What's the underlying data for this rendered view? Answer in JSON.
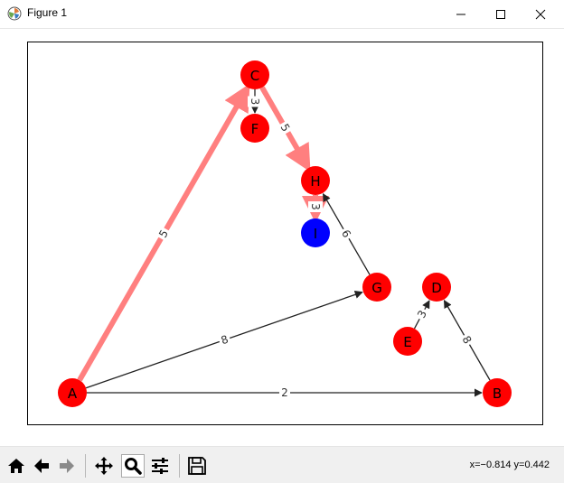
{
  "window": {
    "title": "Figure 1",
    "minimize_icon": "minimize-icon",
    "maximize_icon": "maximize-icon",
    "close_icon": "close-icon"
  },
  "toolbar": {
    "buttons": [
      {
        "name": "home",
        "icon": "home-icon"
      },
      {
        "name": "back",
        "icon": "arrow-left-icon"
      },
      {
        "name": "forward",
        "icon": "arrow-right-icon"
      },
      {
        "name": "pan",
        "icon": "move-icon"
      },
      {
        "name": "zoom",
        "icon": "magnifier-icon",
        "active": true
      },
      {
        "name": "subplots",
        "icon": "sliders-icon"
      },
      {
        "name": "save",
        "icon": "floppy-icon"
      }
    ],
    "coords": "x=−0.814 y=0.442"
  },
  "graph": {
    "colors": {
      "node": "#ff0000",
      "highlight_node": "#0000ff",
      "edge": "#222222",
      "highlight_edge": "#ff7f7f"
    },
    "nodes": [
      {
        "id": "A",
        "label": "A"
      },
      {
        "id": "B",
        "label": "B"
      },
      {
        "id": "C",
        "label": "C"
      },
      {
        "id": "D",
        "label": "D"
      },
      {
        "id": "E",
        "label": "E"
      },
      {
        "id": "F",
        "label": "F"
      },
      {
        "id": "G",
        "label": "G"
      },
      {
        "id": "H",
        "label": "H"
      },
      {
        "id": "I",
        "label": "I",
        "highlight": true
      }
    ],
    "edges": [
      {
        "from": "A",
        "to": "C",
        "weight": "5",
        "highlight": true
      },
      {
        "from": "C",
        "to": "H",
        "weight": "5",
        "highlight": true
      },
      {
        "from": "H",
        "to": "I",
        "weight": "3",
        "highlight": true
      },
      {
        "from": "C",
        "to": "F",
        "weight": "3",
        "highlight": false
      },
      {
        "from": "A",
        "to": "G",
        "weight": "8",
        "highlight": false
      },
      {
        "from": "G",
        "to": "H",
        "weight": "6",
        "highlight": false
      },
      {
        "from": "A",
        "to": "B",
        "weight": "2",
        "highlight": false
      },
      {
        "from": "B",
        "to": "D",
        "weight": "8",
        "highlight": false
      },
      {
        "from": "E",
        "to": "D",
        "weight": "3",
        "highlight": false
      }
    ]
  }
}
